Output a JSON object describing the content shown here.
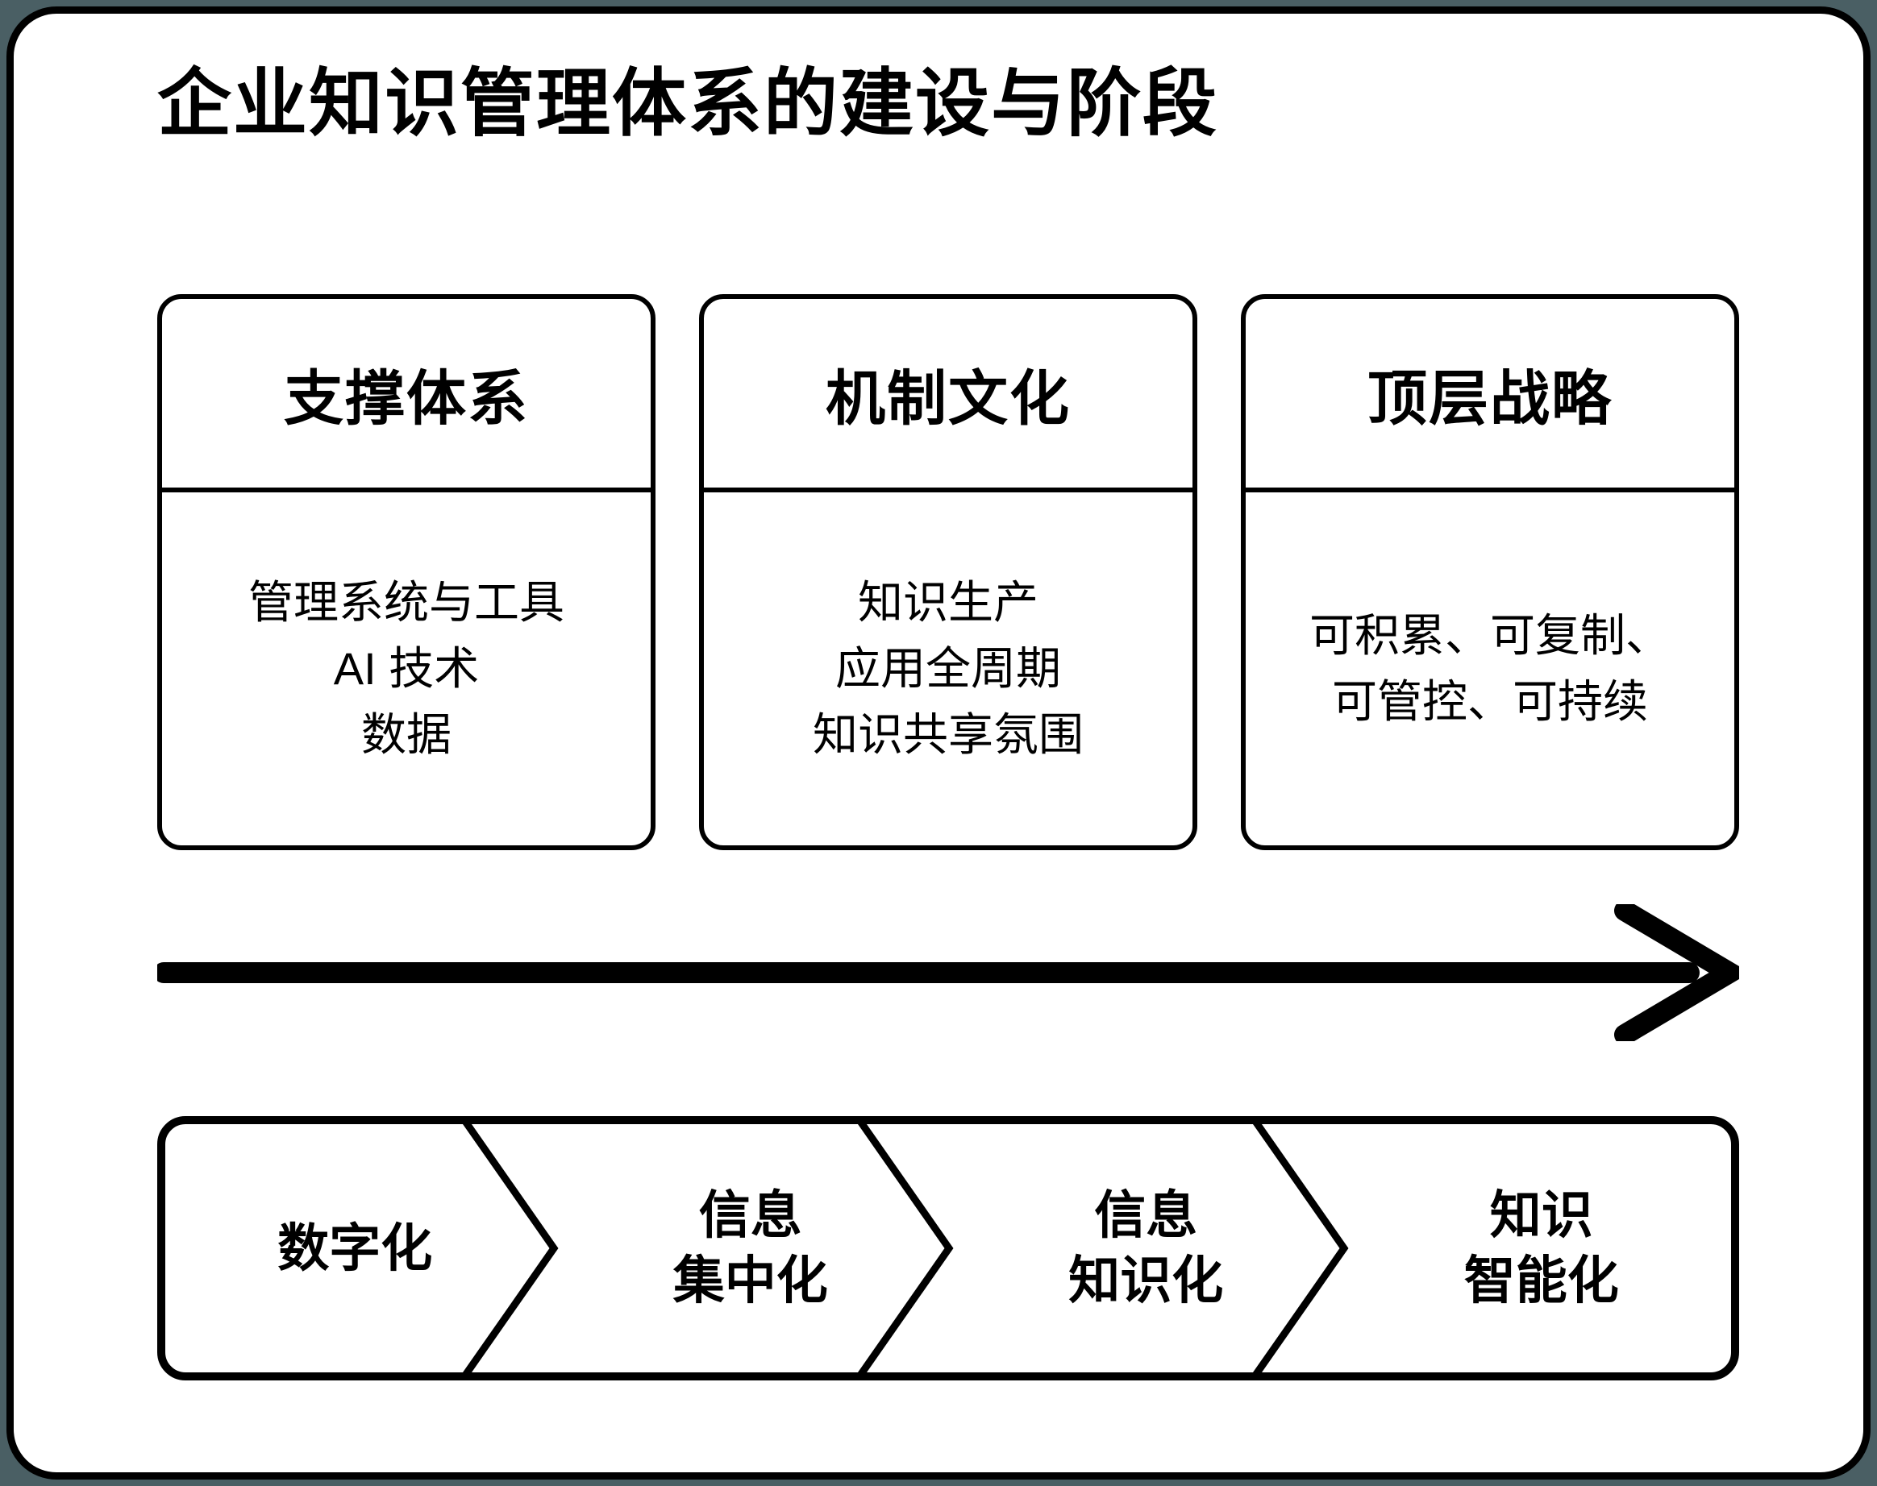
{
  "theme": {
    "page_background": "#4a5f64",
    "card_background": "#ffffff",
    "stroke": "#000000"
  },
  "header": {
    "title": "企业知识管理体系的建设与阶段"
  },
  "pillars": [
    {
      "heading": "支撑体系",
      "lines": [
        "管理系统与工具",
        "AI 技术",
        "数据"
      ]
    },
    {
      "heading": "机制文化",
      "lines": [
        "知识生产",
        "应用全周期",
        "知识共享氛围"
      ]
    },
    {
      "heading": "顶层战略",
      "lines": [
        "可积累、可复制、",
        "可管控、可持续"
      ]
    }
  ],
  "progress_arrow": {
    "icon": "right-arrow-icon",
    "direction": "right"
  },
  "stages": [
    {
      "lines": [
        "数字化"
      ]
    },
    {
      "lines": [
        "信息",
        "集中化"
      ]
    },
    {
      "lines": [
        "信息",
        "知识化"
      ]
    },
    {
      "lines": [
        "知识",
        "智能化"
      ]
    }
  ]
}
